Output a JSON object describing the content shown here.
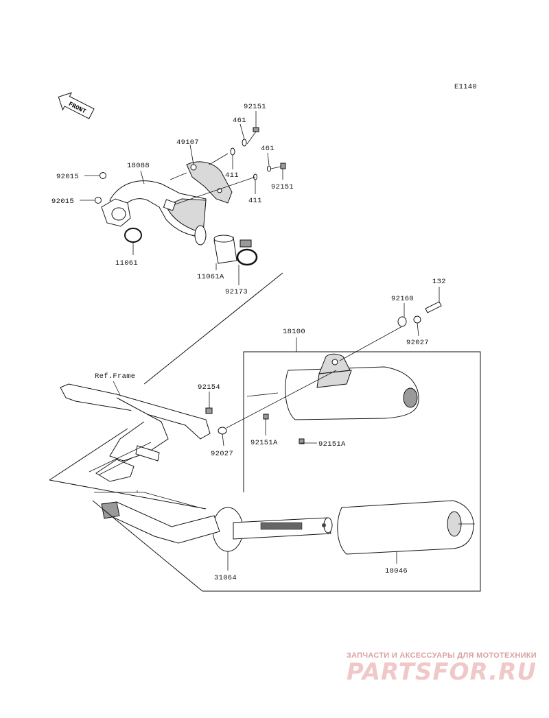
{
  "diagram_code": "E1140",
  "front_label": "FRONT",
  "labels": {
    "p92151_top": "92151",
    "p461_top": "461",
    "p49107": "49107",
    "p411_top": "411",
    "p461_right": "461",
    "p92151_right": "92151",
    "p411_right": "411",
    "p18088": "18088",
    "p92015_a": "92015",
    "p92015_b": "92015",
    "p11061": "11061",
    "p11061A": "11061A",
    "p92173": "92173",
    "p132": "132",
    "p92160": "92160",
    "p92027_top": "92027",
    "p18100": "18100",
    "ref_frame": "Ref.Frame",
    "p92154": "92154",
    "p92027_left": "92027",
    "p92151A_a": "92151A",
    "p92151A_b": "92151A",
    "p31064": "31064",
    "p18046": "18046"
  },
  "watermark": {
    "tagline": "ЗАПЧАСТИ И АКСЕССУАРЫ ДЛЯ МОТОТЕХНИКИ",
    "brand": "PARTSFOR.RU"
  }
}
